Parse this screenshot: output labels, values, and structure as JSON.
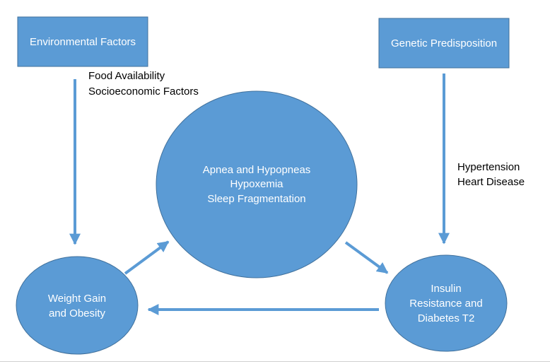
{
  "colors": {
    "node_fill": "#5b9bd5",
    "node_stroke": "#41719c",
    "arrow": "#5b9bd5",
    "node_text": "#ffffff",
    "label_text": "#000000"
  },
  "boxes": {
    "environmental": "Environmental Factors",
    "genetic": "Genetic Predisposition"
  },
  "circles": {
    "apnea": [
      "Apnea and Hypopneas",
      "Hypoxemia",
      "Sleep Fragmentation"
    ],
    "weight": [
      "Weight Gain",
      "and Obesity"
    ],
    "insulin": [
      "Insulin",
      "Resistance and",
      "Diabetes T2"
    ]
  },
  "labels": {
    "environmental": [
      "Food Availability",
      "Socioeconomic Factors"
    ],
    "genetic": [
      "Hypertension",
      "Heart Disease"
    ]
  }
}
